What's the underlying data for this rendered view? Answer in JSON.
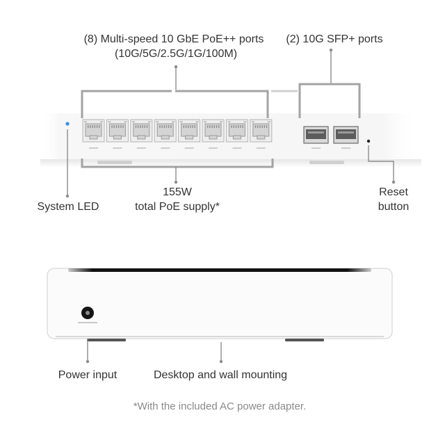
{
  "labels": {
    "poe_ports_line1": "(8) Multi-speed 10 GbE PoE++ ports",
    "poe_ports_line2": "(10G/5G/2.5G/1G/100M)",
    "sfp_ports": "(2) 10G SFP+ ports",
    "system_led": "System LED",
    "poe_supply_line1": "155W",
    "poe_supply_line2": "total PoE supply*",
    "reset_line1": "Reset",
    "reset_line2": "button",
    "power_input": "Power input",
    "mounting": "Desktop and wall mounting",
    "footnote": "*With the included AC power adapter."
  },
  "ports": {
    "rj45_count": 8,
    "sfp_count": 2
  },
  "colors": {
    "led": "#3a8ee6",
    "text": "#333333",
    "callout_line": "#8c8c8c",
    "footnote": "#8a8a8a"
  }
}
